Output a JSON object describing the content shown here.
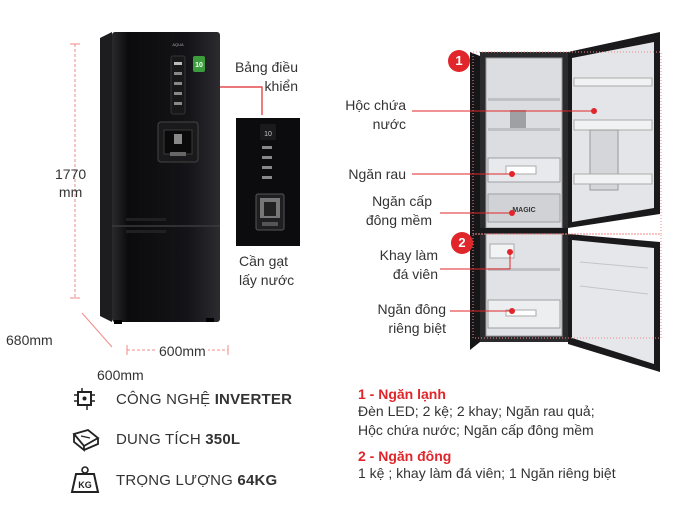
{
  "left_panel": {
    "height_label": "1770",
    "height_unit": "mm",
    "depth_label": "680mm",
    "width_label_bottom": "600mm",
    "width_label_under": "600mm",
    "control_panel_label": "Bảng điều khiển",
    "lever_label_1": "Cần gạt",
    "lever_label_2": "lấy nước"
  },
  "specs": [
    {
      "icon": "inverter-chip-icon",
      "prefix": "CÔNG NGHỆ ",
      "value": "INVERTER"
    },
    {
      "icon": "capacity-icon",
      "prefix": "DUNG TÍCH ",
      "value": "350L"
    },
    {
      "icon": "weight-kg-icon",
      "prefix": "TRỌNG LƯỢNG ",
      "value": "64KG"
    }
  ],
  "weight_icon_text": "KG",
  "right_panel": {
    "badge_1": "1",
    "badge_2": "2",
    "callouts": {
      "water_tank_1": "Hộc chứa",
      "water_tank_2": "nước",
      "veg_drawer": "Ngăn rau",
      "soft_freeze_1": "Ngăn cấp",
      "soft_freeze_2": "đông mềm",
      "ice_tray_1": "Khay làm",
      "ice_tray_2": "đá viên",
      "separate_1": "Ngăn đông",
      "separate_2": "riêng biệt"
    },
    "sections": [
      {
        "title": "1 - Ngăn lạnh",
        "lines": [
          "Đèn LED; 2 kệ; 2 khay; Ngăn rau quả;",
          "Hộc chứa nước; Ngăn cấp đông mềm"
        ]
      },
      {
        "title": "2 - Ngăn đông",
        "lines": [
          "1 kệ ; khay làm đá viên; 1 Ngăn riêng biệt"
        ]
      }
    ]
  },
  "colors": {
    "accent": "#e0262a",
    "fridge_body": "#0e0e10",
    "text": "#333333"
  }
}
